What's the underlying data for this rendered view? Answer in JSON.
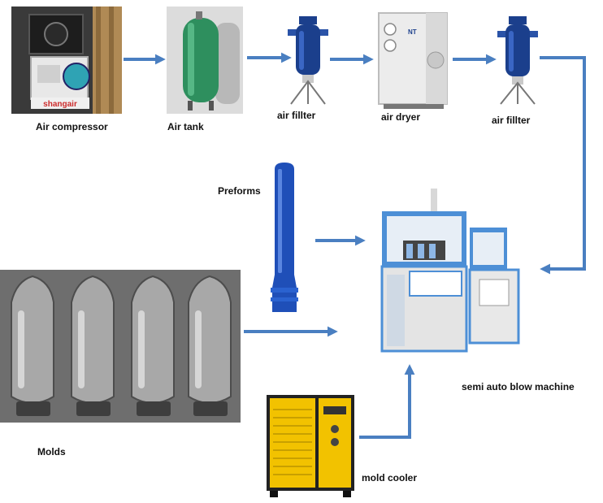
{
  "labels": {
    "air_compressor": "Air compressor",
    "air_tank": "Air tank",
    "air_filter_1": "air fillter",
    "air_dryer": "air dryer",
    "air_filter_2": "air fillter",
    "preforms": "Preforms",
    "semi_auto_blow_machine": "semi auto blow machine",
    "molds": "Molds",
    "mold_cooler": "mold cooler"
  },
  "logos": {
    "compressor_brand": "shangair",
    "dryer_brand": "NT"
  },
  "colors": {
    "arrow": "#4a7fc1",
    "tank_green": "#2e8f5e",
    "filter_blue": "#1b3f8c",
    "preform_blue": "#1f4fb8",
    "machine_blue": "#4d8fd6",
    "cooler_yellow": "#f2c200",
    "mold_steel": "#8d8d8d"
  },
  "icons": {
    "compressor": "air-compressor-icon",
    "tank": "air-tank-icon",
    "filter": "air-filter-icon",
    "dryer": "air-dryer-icon",
    "preform": "preform-icon",
    "machine": "blow-machine-icon",
    "molds": "molds-icon",
    "cooler": "mold-cooler-icon"
  }
}
